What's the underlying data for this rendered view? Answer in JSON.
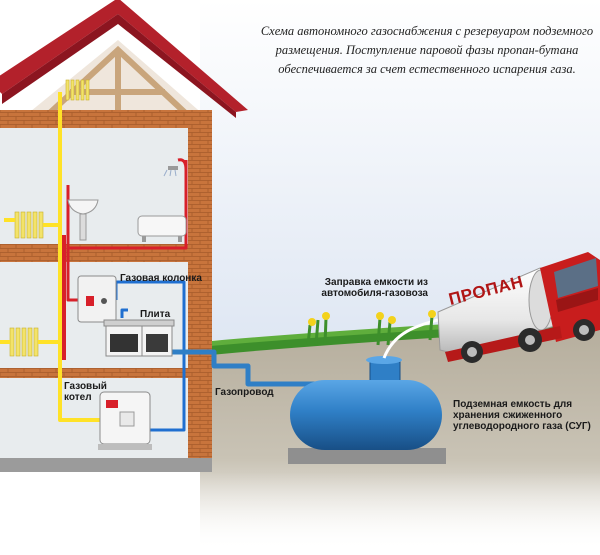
{
  "caption": "Схема автономного газоснабжения с резервуаром подземного размещения. Поступление паровой фазы пропан-бутана обеспечивается за счет естественного испарения газа.",
  "labels": {
    "water_heater": "Газовая колонка",
    "stove": "Плита",
    "boiler": "Газовый котел",
    "pipeline": "Газопровод",
    "refill": "Заправка емкости из автомобиля-газовоза",
    "tank": "Подземная емкость для хранения сжиженного углеводородного газа (СУГ)"
  },
  "truck_text": "ПРОПАН",
  "colors": {
    "brick": "#c8743c",
    "roof": "#b3212b",
    "wall": "#e8ecee",
    "gas_pipe": "#ffe227",
    "hot_water": "#d8202a",
    "cold_water": "#1f6fd0",
    "tank": "#2f7fc6",
    "grass": "#3d8f2b",
    "soil": "#a9a291"
  }
}
